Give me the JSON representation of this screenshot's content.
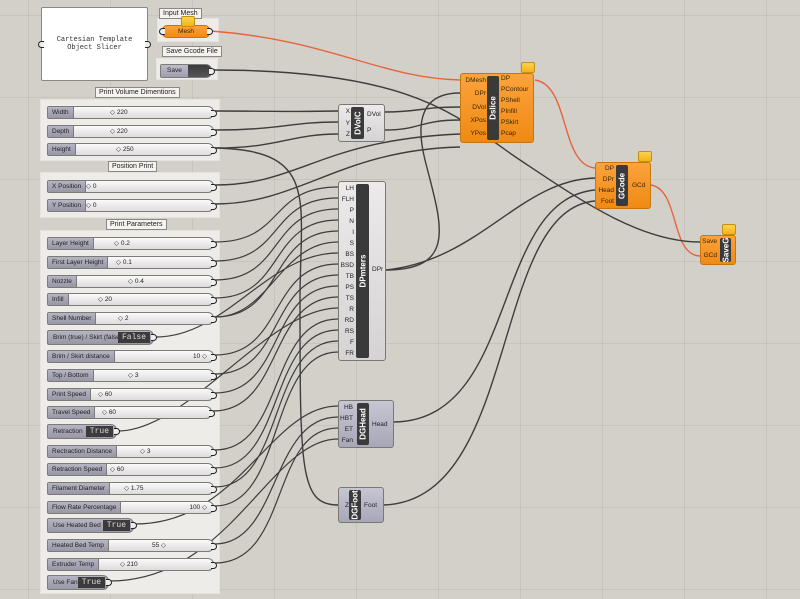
{
  "canvas": {
    "accent_orange": "#f39019",
    "wire_color": "#3d3d3d",
    "selected_wire_color": "#e8643c"
  },
  "panel": {
    "text_line1": "Cartesian Template",
    "text_line2": "Object Slicer"
  },
  "input_mesh": {
    "group_label": "Input Mesh",
    "param_label": "Mesh"
  },
  "save_gcode": {
    "group_label": "Save Gcode File",
    "button_label": "Save"
  },
  "groups": {
    "volume": "Print Volume Dimentions",
    "position": "Position Print",
    "parameters": "Print Parameters"
  },
  "sliders": {
    "width": {
      "label": "Width",
      "value": "220"
    },
    "depth": {
      "label": "Depth",
      "value": "220"
    },
    "height": {
      "label": "Height",
      "value": "250"
    },
    "xpos": {
      "label": "X Position",
      "value": "0"
    },
    "ypos": {
      "label": "Y Position",
      "value": "0"
    },
    "layer_height": {
      "label": "Layer Height",
      "value": "0.2"
    },
    "first_layer_height": {
      "label": "First Layer Height",
      "value": "0.1"
    },
    "nozzle": {
      "label": "Nozzle",
      "value": "0.4"
    },
    "infill": {
      "label": "Infill",
      "value": "20"
    },
    "shell_number": {
      "label": "Shell Number",
      "value": "2"
    },
    "brim_distance": {
      "label": "Brim / Skirt distance",
      "value": "10"
    },
    "top_bottom": {
      "label": "Top / Bottom",
      "value": "3"
    },
    "print_speed": {
      "label": "Print Speed",
      "value": "60"
    },
    "travel_speed": {
      "label": "Travel Speed",
      "value": "60"
    },
    "retraction_distance": {
      "label": "Rectraction Distance",
      "value": "3"
    },
    "retraction_speed": {
      "label": "Retraction Speed",
      "value": "60"
    },
    "filament_diameter": {
      "label": "Filament Diameter",
      "value": "1.75"
    },
    "flow_rate": {
      "label": "Flow Rate Percentage",
      "value": "100"
    },
    "bed_temp": {
      "label": "Heated Bed Temp",
      "value": "55"
    },
    "extruder_temp": {
      "label": "Extruder Temp",
      "value": "210"
    }
  },
  "toggles": {
    "brim": {
      "label": "Brim (true) / Skirt (false)",
      "state": "False"
    },
    "retraction": {
      "label": "Retraction",
      "state": "True"
    },
    "heated_bed": {
      "label": "Use Heated Bed",
      "state": "True"
    },
    "fan": {
      "label": "Use Fan",
      "state": "True"
    }
  },
  "components": {
    "dvolc": {
      "name": "DVolC",
      "inputs": [
        "X",
        "Y",
        "Z"
      ],
      "outputs": [
        "DVol",
        "P"
      ]
    },
    "dslice": {
      "name": "DsIice",
      "inputs": [
        "DMesh",
        "DPr",
        "DVol",
        "XPos",
        "YPos"
      ],
      "outputs": [
        "DP",
        "PContour",
        "PShell",
        "PInfill",
        "PSkirt",
        "Pcap"
      ]
    },
    "dpmters": {
      "name": "DPmters",
      "inputs": [
        "LH",
        "FLH",
        "P",
        "N",
        "I",
        "S",
        "BS",
        "BSD",
        "TB",
        "PS",
        "TS",
        "R",
        "RD",
        "RS",
        "F",
        "FR"
      ],
      "outputs": [
        "DPr"
      ]
    },
    "gcode": {
      "name": "GCode",
      "inputs": [
        "DP",
        "DPr",
        "Head",
        "Foot"
      ],
      "outputs": [
        "GCd"
      ]
    },
    "saveg": {
      "name": "SaveG",
      "inputs": [
        "Save",
        "GCd"
      ]
    },
    "dghead": {
      "name": "DGHead",
      "inputs": [
        "HB",
        "HBT",
        "ET",
        "Fan"
      ],
      "outputs": [
        "Head"
      ]
    },
    "dgfoot": {
      "name": "DGFoot",
      "inputs": [
        "Z"
      ],
      "outputs": [
        "Foot"
      ]
    }
  }
}
